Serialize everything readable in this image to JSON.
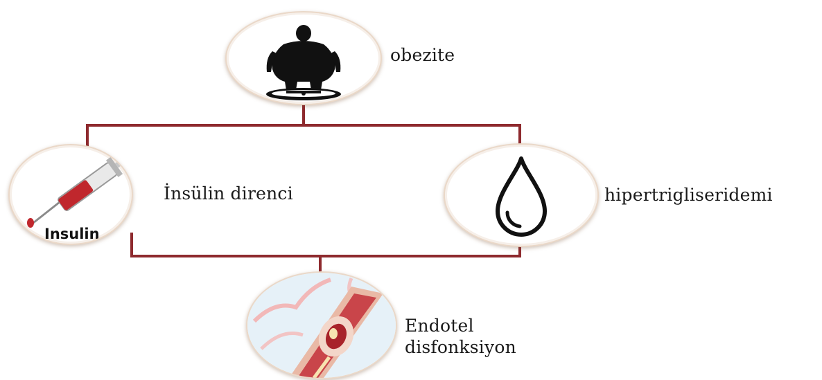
{
  "colors": {
    "connector": "#8e2a2e",
    "circle_border": "#ead8c8",
    "icon_dark": "#111111",
    "vessel_red": "#c9454a"
  },
  "nodes": {
    "top": {
      "label": "obezite",
      "icon": "obesity-scale-icon"
    },
    "left": {
      "label": "İnsülin direnci",
      "icon": "insulin-syringe-icon",
      "icon_text": "Insulin"
    },
    "right": {
      "label": "hipertrigliseridemi",
      "icon": "drop-icon"
    },
    "bottom": {
      "label_line1": "Endotel",
      "label_line2": "disfonksiyon",
      "icon": "blood-vessel-icon"
    }
  }
}
